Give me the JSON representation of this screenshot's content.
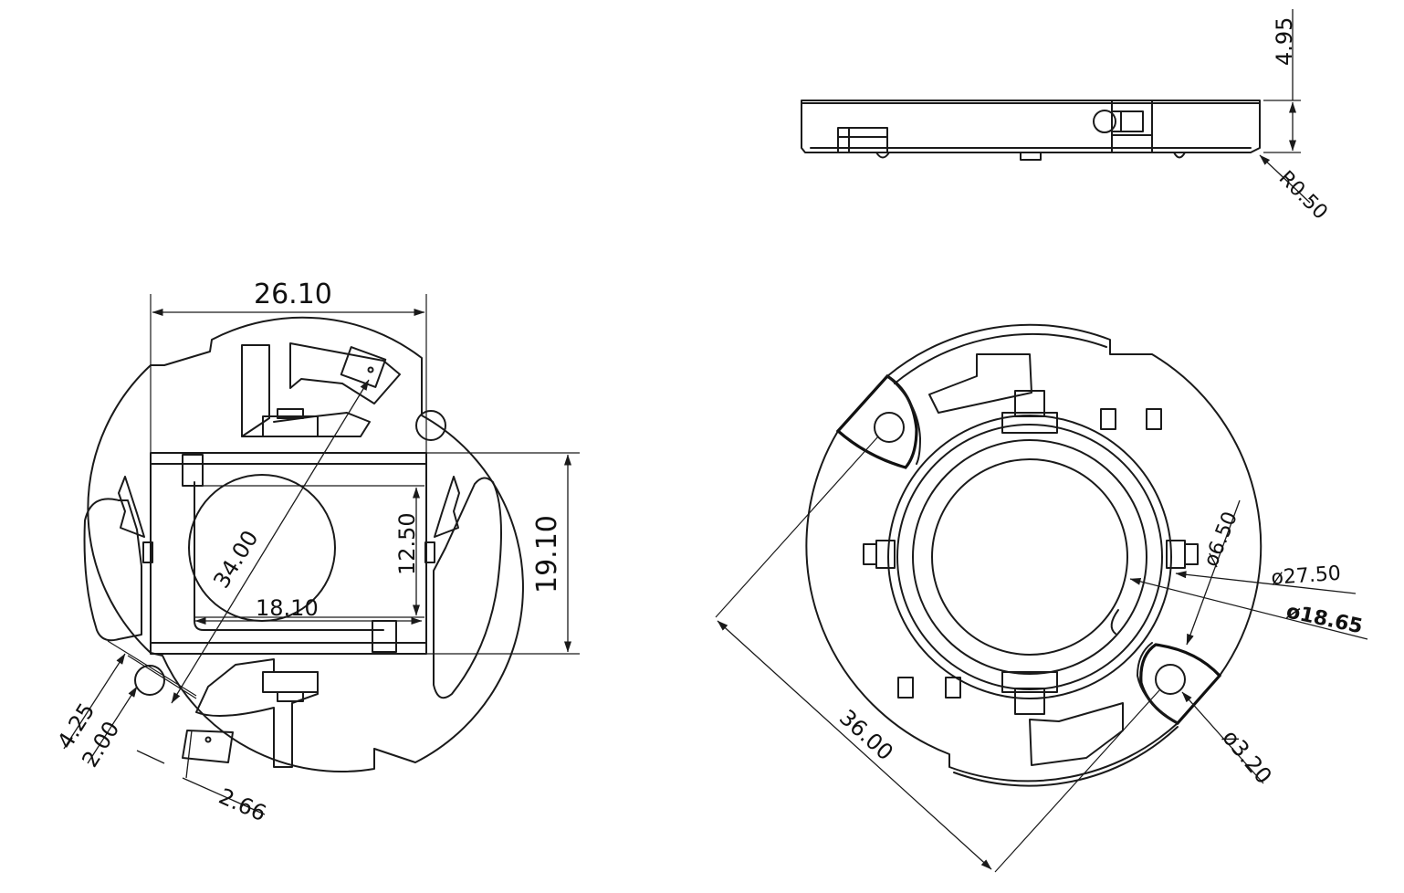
{
  "dimensions": {
    "height_total": "4.95",
    "edge_radius": "R0.50",
    "width_top": "26.10",
    "height_right": "19.10",
    "diagonal": "34.00",
    "inner_height": "12.50",
    "inner_width": "18.10",
    "hole_offset_a": "4.25",
    "hole_offset_b": "2.00",
    "hole_offset_c": "2.66",
    "hole_spacing": "36.00",
    "boss_dia": "ø6.50",
    "outer_dia": "ø27.50",
    "inner_dia": "ø18.65",
    "hole_dia": "ø3.20"
  },
  "colors": {
    "line": "#1a1a1a",
    "background": "#ffffff"
  }
}
